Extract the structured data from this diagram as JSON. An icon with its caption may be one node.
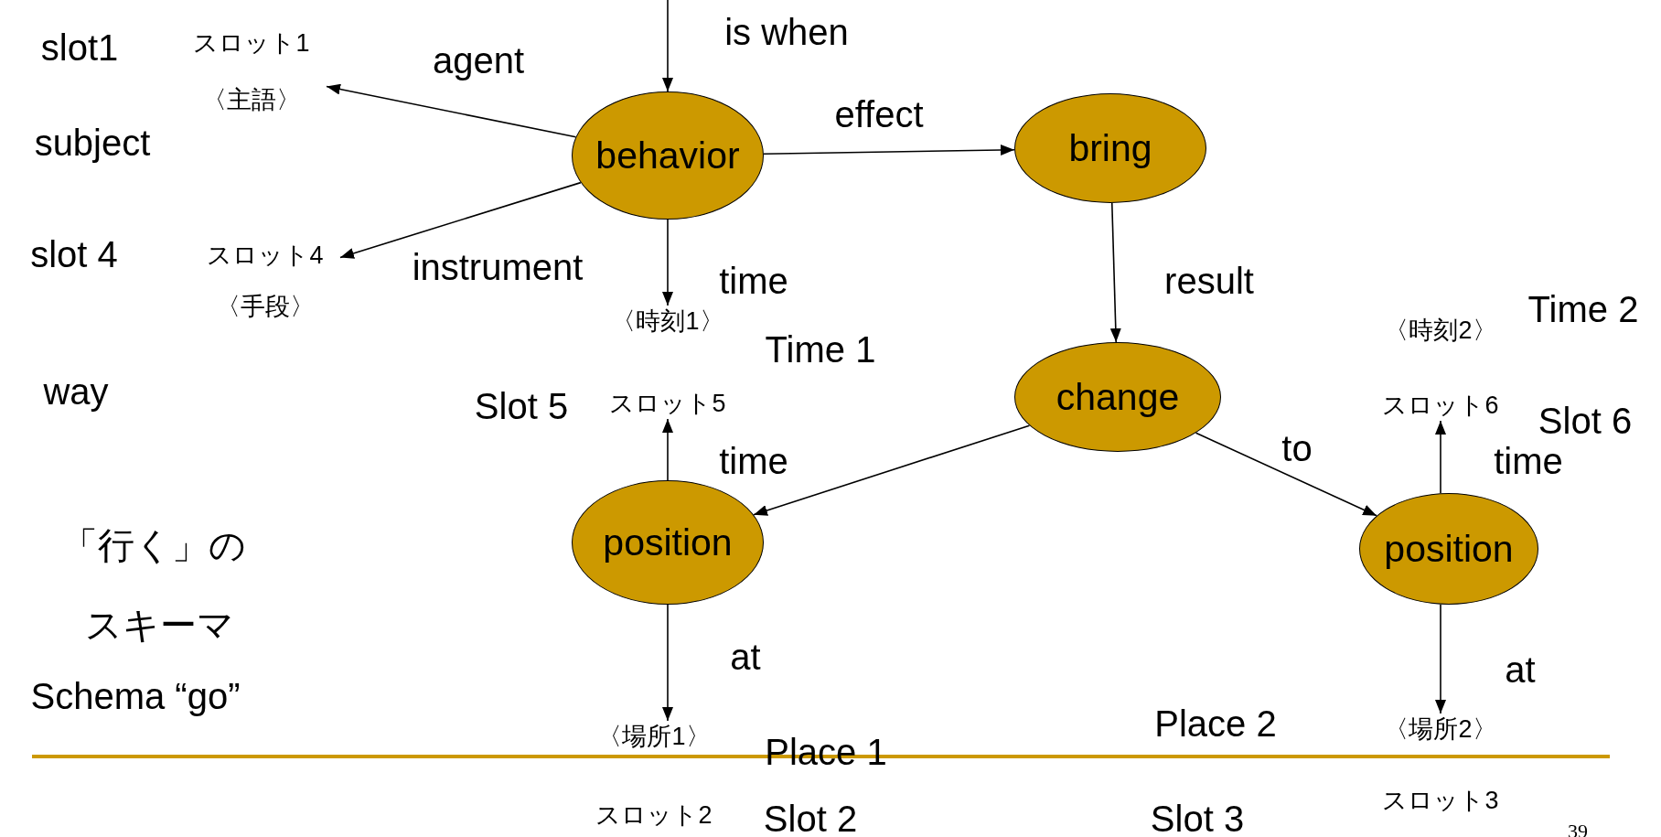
{
  "diagram": {
    "nodes": [
      {
        "text": [
          "behavior"
        ]
      },
      {
        "text": [
          "bring"
        ]
      },
      {
        "text": [
          "change"
        ]
      },
      {
        "text": [
          "position"
        ]
      },
      {
        "text": [
          "position"
        ]
      },
      {
        "text": [
          "スロット1",
          "〈主語〉"
        ]
      },
      {
        "text": [
          "スロット4",
          "〈手段〉"
        ]
      },
      {
        "text": [
          "〈時刻1〉",
          "スロット5"
        ]
      },
      {
        "text": [
          "〈時刻2〉",
          "スロット6"
        ]
      },
      {
        "text": [
          "〈場所1〉",
          "スロット2"
        ]
      },
      {
        "text": [
          "〈場所2〉",
          "スロット3"
        ]
      }
    ],
    "edges": [
      {
        "from": null,
        "to": 0,
        "arrow": "to",
        "label": "is when"
      },
      {
        "from": 0,
        "to": 5,
        "arrow": "to",
        "label": "agent"
      },
      {
        "from": 0,
        "to": 6,
        "arrow": "to",
        "label": "instrument"
      },
      {
        "from": 0,
        "to": 1,
        "arrow": "to",
        "label": "effect"
      },
      {
        "from": 0,
        "to": 7,
        "arrow": "to",
        "label": "time"
      },
      {
        "from": 1,
        "to": 2,
        "arrow": "to",
        "label": "result"
      },
      {
        "from": 2,
        "to": 3,
        "arrow": "to"
      },
      {
        "from": 2,
        "to": 4,
        "arrow": "to",
        "label": "to"
      },
      {
        "from": 3,
        "to": 7,
        "arrow": "to",
        "label": "time"
      },
      {
        "from": 4,
        "to": 8,
        "arrow": "to",
        "label": "time"
      },
      {
        "from": 3,
        "to": 9,
        "arrow": "to",
        "label": "at"
      },
      {
        "from": 4,
        "to": 10,
        "arrow": "to",
        "label": "at"
      }
    ],
    "labels": [
      "slot1",
      "subject",
      "slot 4",
      "way",
      "「行く」の",
      "スキーマ",
      "Schema “go”",
      "Time 1",
      "Slot 5",
      "Time 2",
      "Slot 6",
      "Place 1",
      "Slot 2",
      "Place 2",
      "Slot 3",
      "39"
    ]
  }
}
